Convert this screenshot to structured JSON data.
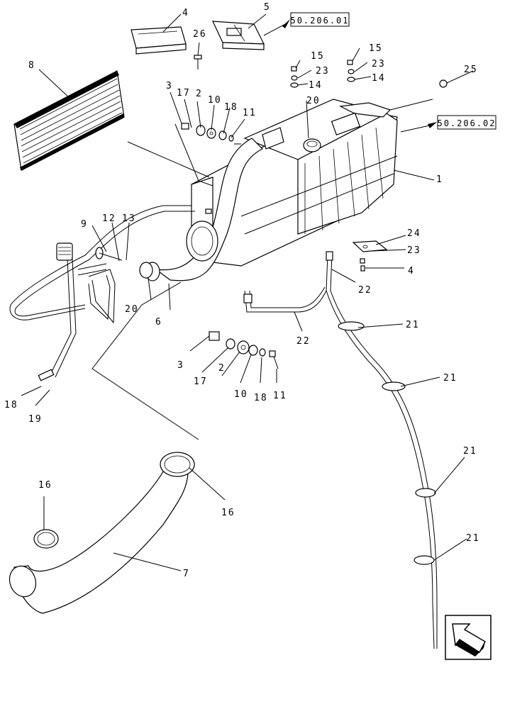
{
  "callouts": {
    "c1": "1",
    "c2a": "2",
    "c2b": "2",
    "c3a": "3",
    "c3b": "3",
    "c4a": "4",
    "c4b": "4",
    "c5": "5",
    "c6": "6",
    "c7": "7",
    "c8": "8",
    "c9": "9",
    "c10a": "10",
    "c10b": "10",
    "c11a": "11",
    "c11b": "11",
    "c12": "12",
    "c13": "13",
    "c14a": "14",
    "c14b": "14",
    "c15a": "15",
    "c15b": "15",
    "c16a": "16",
    "c16b": "16",
    "c17a": "17",
    "c17b": "17",
    "c18a": "18",
    "c18b": "18",
    "c18c": "18",
    "c19": "19",
    "c20a": "20",
    "c20b": "20",
    "c21a": "21",
    "c21b": "21",
    "c21c": "21",
    "c21d": "21",
    "c22a": "22",
    "c22b": "22",
    "c23a": "23",
    "c23b": "23",
    "c23c": "23",
    "c24": "24",
    "c25": "25",
    "c26": "26"
  },
  "references": {
    "ref_top": "50.206.01",
    "ref_right": "50.206.02"
  },
  "icons": {
    "nav": "arrow-up-left-icon"
  }
}
